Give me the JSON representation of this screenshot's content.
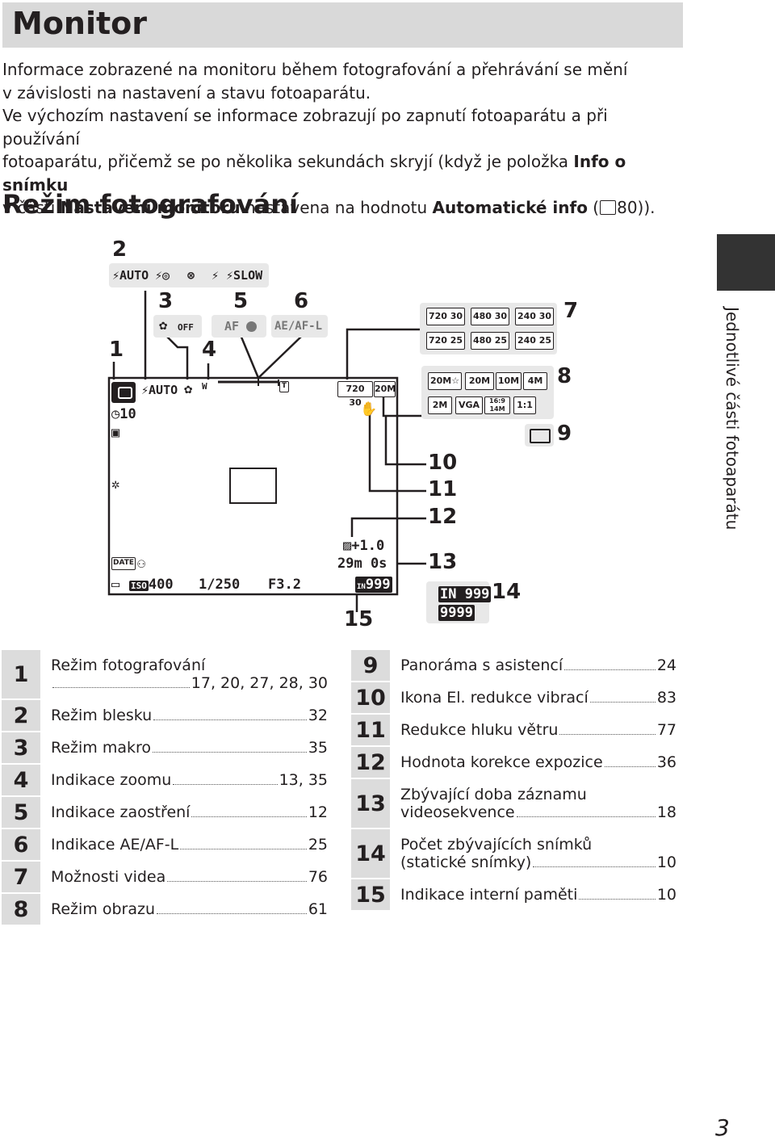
{
  "header": {
    "title": "Monitor"
  },
  "intro": {
    "line1": "Informace zobrazené na monitoru během fotografování a přehrávání se mění",
    "line2": "v závislosti na nastavení a stavu fotoaparátu.",
    "line3": "Ve výchozím nastavení se informace zobrazují po zapnutí fotoaparátu a při používání",
    "line4a": "fotoaparátu, přičemž se po několika sekundách skryjí (když je položka ",
    "line4b": "Info o snímku",
    "line5a": "v části ",
    "line5b": "Nastavení monitoru",
    "line5c": " nastavena na hodnotu ",
    "line5d": "Automatické info",
    "line5e": " (",
    "line5f": "80))."
  },
  "section_title": "Režim fotografování",
  "side_label": "Jednotlivé části fotoaparátu",
  "page_number": "3",
  "diagram": {
    "callouts": [
      "1",
      "2",
      "3",
      "4",
      "5",
      "6",
      "7",
      "8",
      "9",
      "10",
      "11",
      "12",
      "13",
      "14",
      "15"
    ],
    "flash_icons": [
      "⚡AUTO",
      "⚡◎",
      "⊗",
      "⚡",
      "⚡SLOW"
    ],
    "macro_icons": [
      "✿",
      "OFF"
    ],
    "af_label": "AF",
    "aeaf_label": "AE/AF-L",
    "video_options": [
      "720 30",
      "480 30",
      "240 30",
      "720 25",
      "480 25",
      "240 25"
    ],
    "image_modes": [
      "20M☆",
      "20M",
      "10M",
      "4M",
      "2M",
      "VGA",
      "16:9 14M",
      "1:1"
    ],
    "lcd": {
      "flash": "⚡AUTO",
      "macro": "✿",
      "zoom_w": "W",
      "zoom_t": "T",
      "video": "720 30",
      "image": "20M",
      "timer": "10",
      "exposure": "+1.0",
      "rec_time": "29m 0s",
      "date": "DATE",
      "iso": "400",
      "shutter": "1/250",
      "aperture": "F3.2",
      "internal": "IN",
      "shots": "999"
    },
    "shots_box": [
      "IN 999",
      "9999"
    ]
  },
  "legend_left": [
    {
      "n": "1",
      "label": "Režim fotografování",
      "pages": "17, 20, 27, 28, 30"
    },
    {
      "n": "2",
      "label": "Režim blesku",
      "pages": "32"
    },
    {
      "n": "3",
      "label": "Režim makro",
      "pages": "35"
    },
    {
      "n": "4",
      "label": "Indikace zoomu",
      "pages": "13, 35"
    },
    {
      "n": "5",
      "label": "Indikace zaostření",
      "pages": "12"
    },
    {
      "n": "6",
      "label": "Indikace AE/AF-L",
      "pages": "25"
    },
    {
      "n": "7",
      "label": "Možnosti videa",
      "pages": "76"
    },
    {
      "n": "8",
      "label": "Režim obrazu",
      "pages": "61"
    }
  ],
  "legend_right": [
    {
      "n": "9",
      "label": "Panoráma s asistencí",
      "pages": "24"
    },
    {
      "n": "10",
      "label": "Ikona El. redukce vibrací",
      "pages": "83"
    },
    {
      "n": "11",
      "label": "Redukce hluku větru",
      "pages": "77"
    },
    {
      "n": "12",
      "label": "Hodnota korekce expozice",
      "pages": "36"
    },
    {
      "n": "13",
      "label": "Zbývající doba záznamu",
      "label2": "videosekvence",
      "pages": "18"
    },
    {
      "n": "14",
      "label": "Počet zbývajících snímků",
      "label2": "(statické snímky)",
      "pages": "10"
    },
    {
      "n": "15",
      "label": "Indikace interní paměti",
      "pages": "10"
    }
  ]
}
